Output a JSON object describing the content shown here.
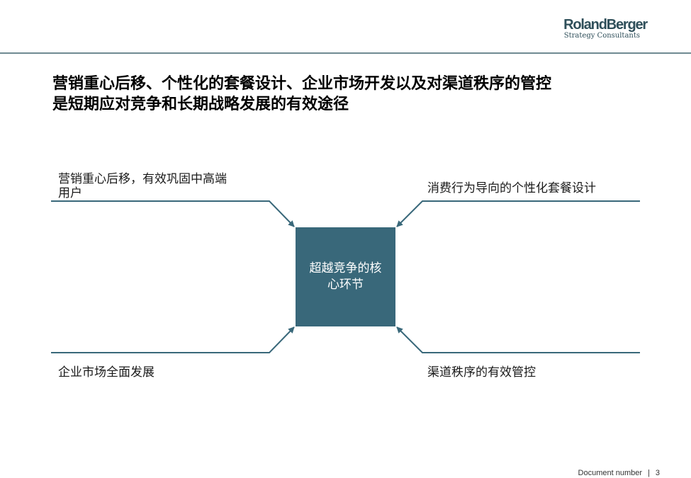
{
  "header": {
    "logo_main": "RolandBerger",
    "logo_sub": "Strategy Consultants"
  },
  "title": {
    "line1": "营销重心后移、个性化的套餐设计、企业市场开发以及对渠道秩序的管控",
    "line2": "是短期应对竞争和长期战略发展的有效途径"
  },
  "diagram": {
    "center": {
      "line1": "超越竞争的核",
      "line2": "心环节",
      "color": "#39687a"
    },
    "top_left": {
      "line1": "营销重心后移，有效巩固中高端",
      "line2": "用户"
    },
    "top_right": "消费行为导向的个性化套餐设计",
    "bottom_left": "企业市场全面发展",
    "bottom_right": "渠道秩序的有效管控",
    "line_color": "#39687a"
  },
  "footer": {
    "label": "Document number",
    "separator": "|",
    "page": "3"
  }
}
